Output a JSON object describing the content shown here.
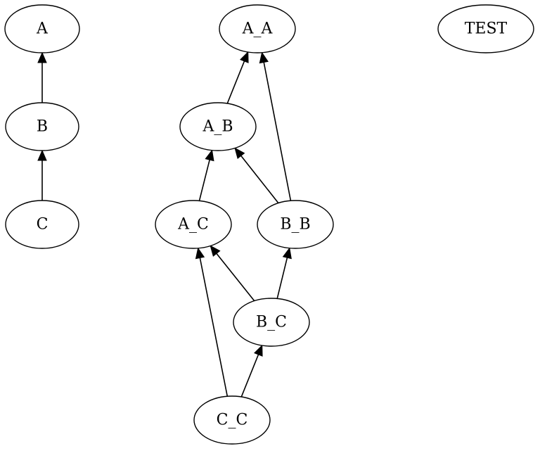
{
  "graph": {
    "nodes": [
      {
        "id": "A",
        "label": "A"
      },
      {
        "id": "B",
        "label": "B"
      },
      {
        "id": "C",
        "label": "C"
      },
      {
        "id": "A_A",
        "label": "A_A"
      },
      {
        "id": "A_B",
        "label": "A_B"
      },
      {
        "id": "A_C",
        "label": "A_C"
      },
      {
        "id": "B_B",
        "label": "B_B"
      },
      {
        "id": "B_C",
        "label": "B_C"
      },
      {
        "id": "C_C",
        "label": "C_C"
      },
      {
        "id": "TEST",
        "label": "TEST"
      }
    ],
    "edges": [
      {
        "from": "B",
        "to": "A"
      },
      {
        "from": "C",
        "to": "B"
      },
      {
        "from": "A_B",
        "to": "A_A"
      },
      {
        "from": "B_B",
        "to": "A_A"
      },
      {
        "from": "A_C",
        "to": "A_B"
      },
      {
        "from": "B_B",
        "to": "A_B"
      },
      {
        "from": "B_C",
        "to": "A_C"
      },
      {
        "from": "C_C",
        "to": "A_C"
      },
      {
        "from": "B_C",
        "to": "B_B"
      },
      {
        "from": "C_C",
        "to": "B_C"
      }
    ]
  }
}
